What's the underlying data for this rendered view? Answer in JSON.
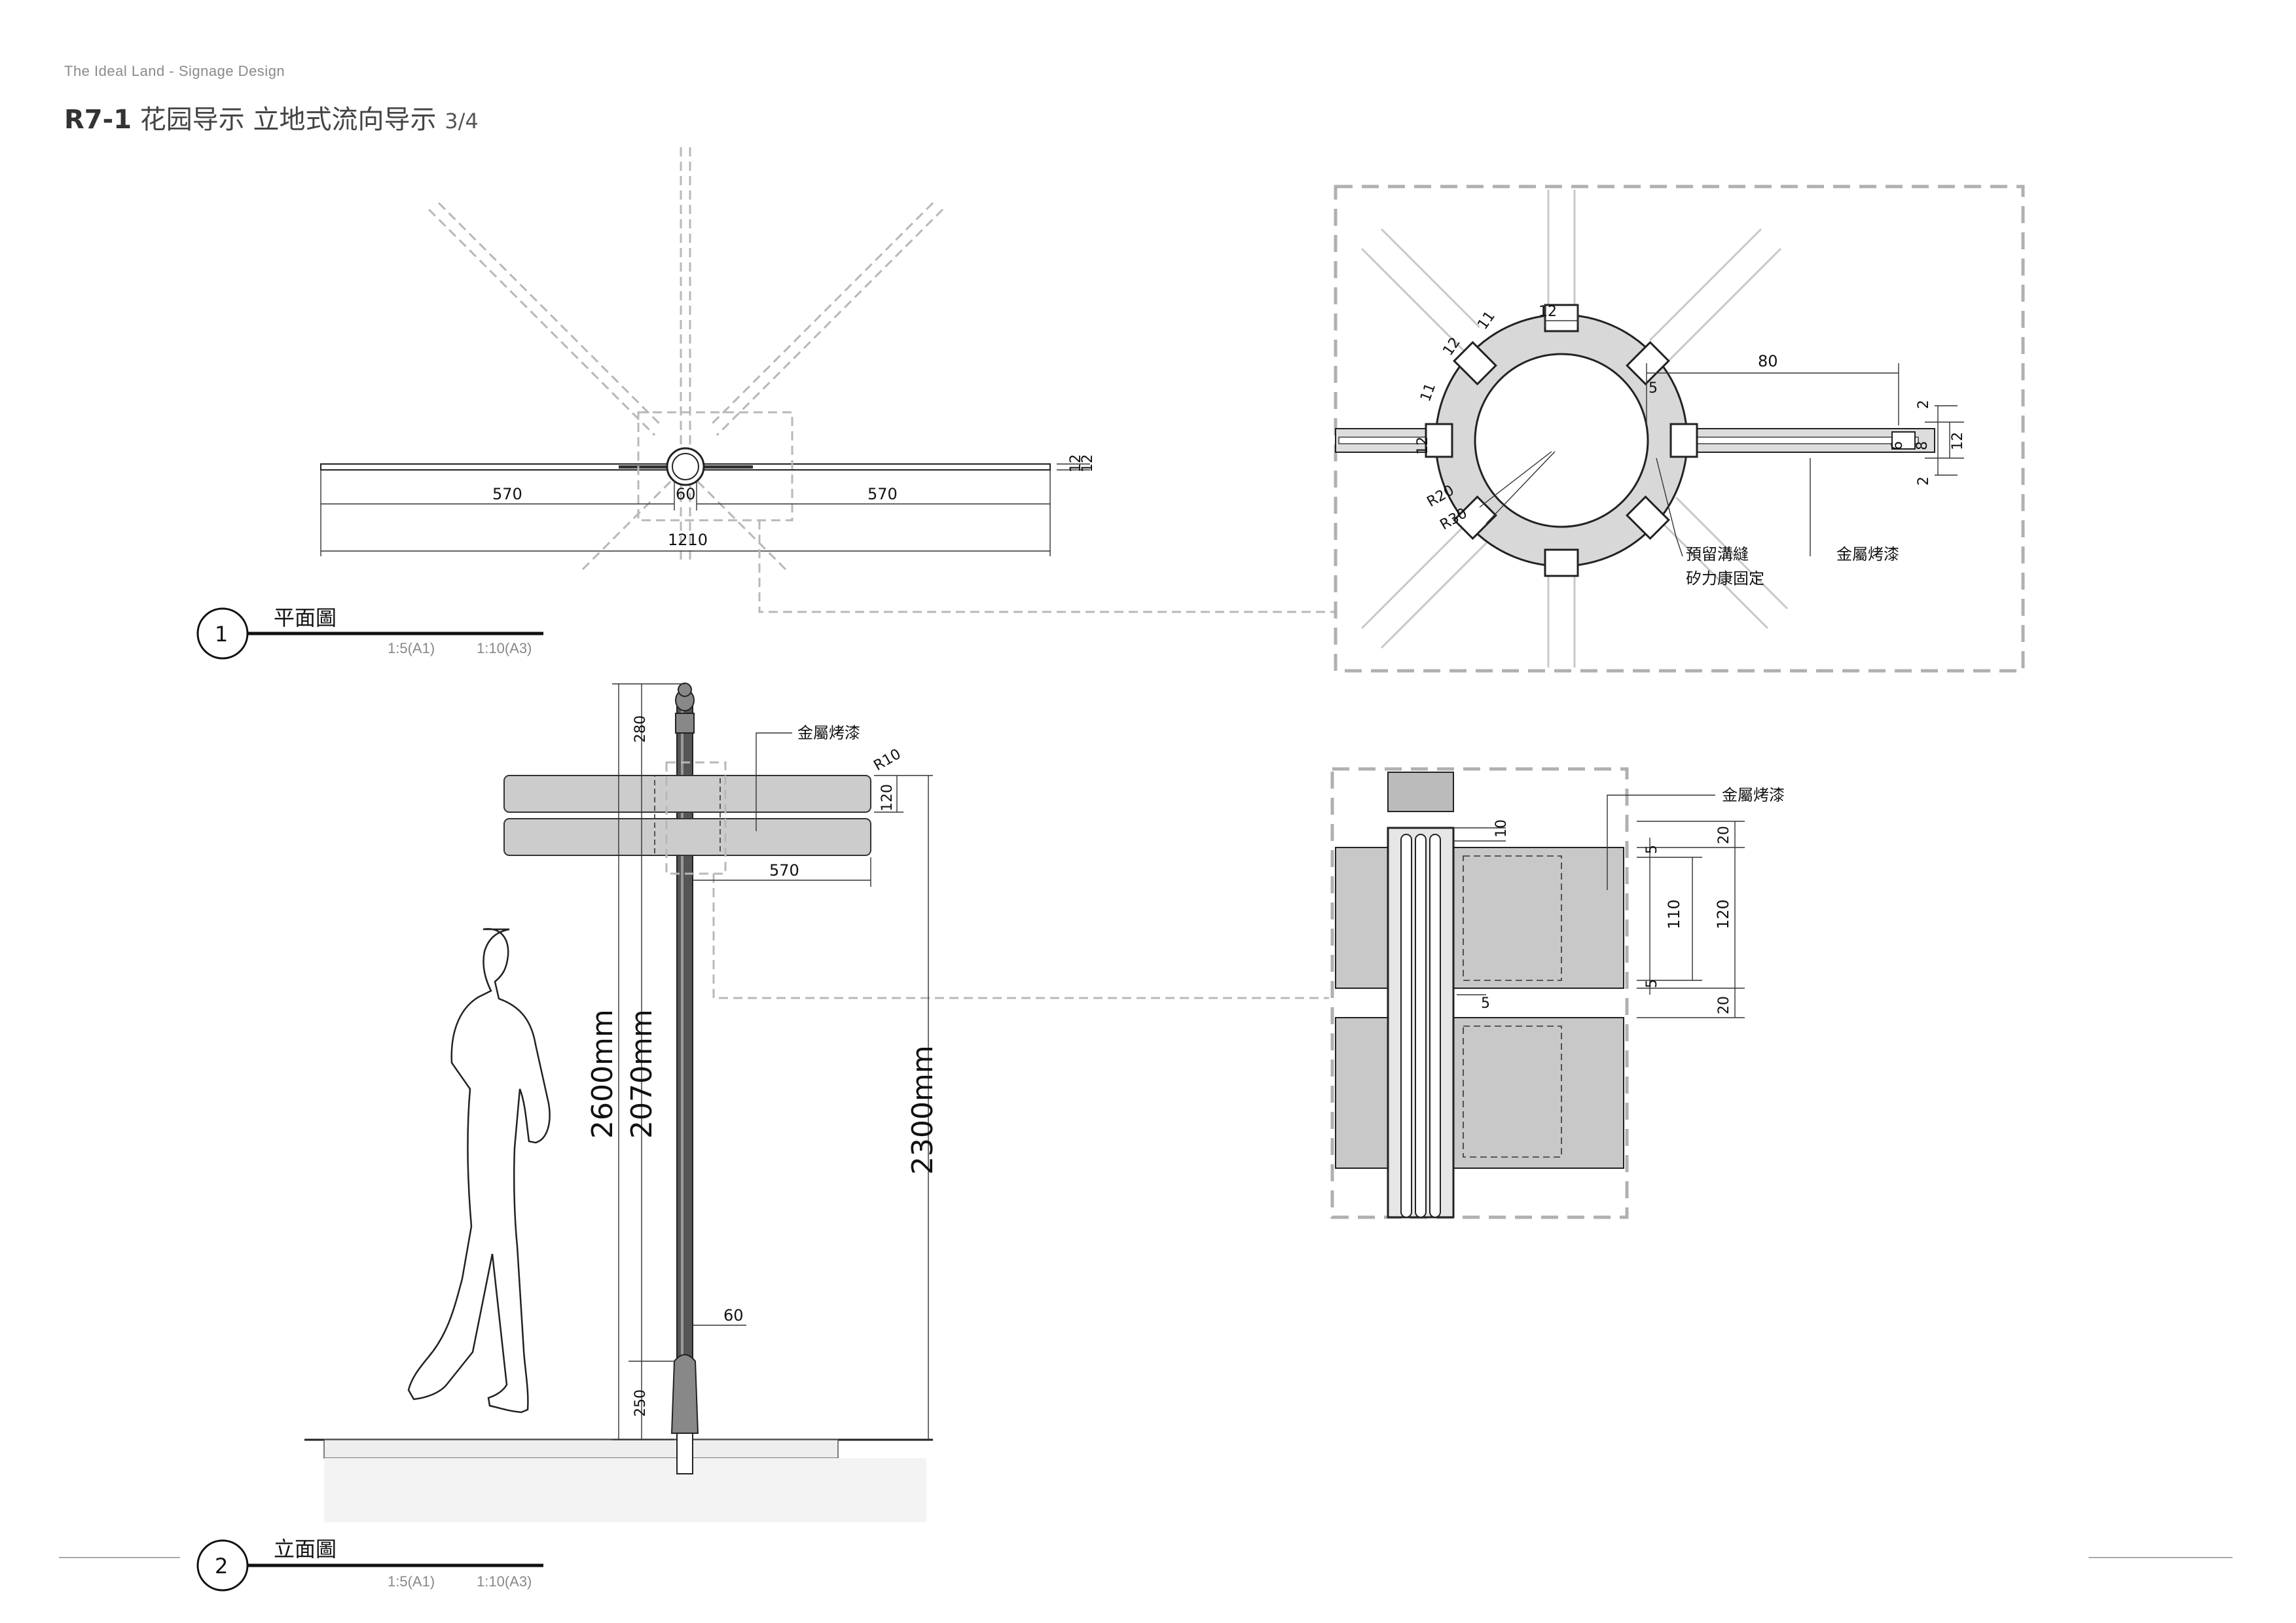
{
  "header": {
    "brand": "The Ideal Land - Signage Design",
    "code": "R7-1",
    "title": "花园导示  立地式流向导示",
    "page": "3/4"
  },
  "view1": {
    "number": "1",
    "title": "平面圖",
    "scale_a1": "1:5(A1)",
    "scale_a3": "1:10(A3)",
    "dims": {
      "left": "570",
      "right": "570",
      "center": "60",
      "total": "1210",
      "t1": "12",
      "t2": "12"
    }
  },
  "view2": {
    "number": "2",
    "title": "立面圖",
    "scale_a1": "1:5(A1)",
    "scale_a3": "1:10(A3)",
    "dims": {
      "top": "280",
      "radius": "R10",
      "panel_h": "120",
      "panel_w": "570",
      "overall": "2600mm",
      "pole": "2070mm",
      "ground": "2300mm",
      "diameter": "60",
      "base": "250"
    },
    "finish": "金屬烤漆"
  },
  "detail_plan": {
    "dims": {
      "a": "12",
      "b": "11",
      "c": "12",
      "d": "11",
      "e": "12",
      "f": "5",
      "g": "80",
      "h": "2",
      "i": "6",
      "j": "8",
      "k": "12",
      "l": "2",
      "r1": "R20",
      "r2": "R30"
    },
    "note_slot_1": "預留溝縫",
    "note_slot_2": "矽力康固定",
    "finish": "金屬烤漆"
  },
  "detail_elev": {
    "dims": {
      "a": "10",
      "b": "5",
      "c": "20",
      "d": "110",
      "e": "120",
      "f": "5",
      "g": "20",
      "h": "5"
    },
    "finish": "金屬烤漆"
  }
}
